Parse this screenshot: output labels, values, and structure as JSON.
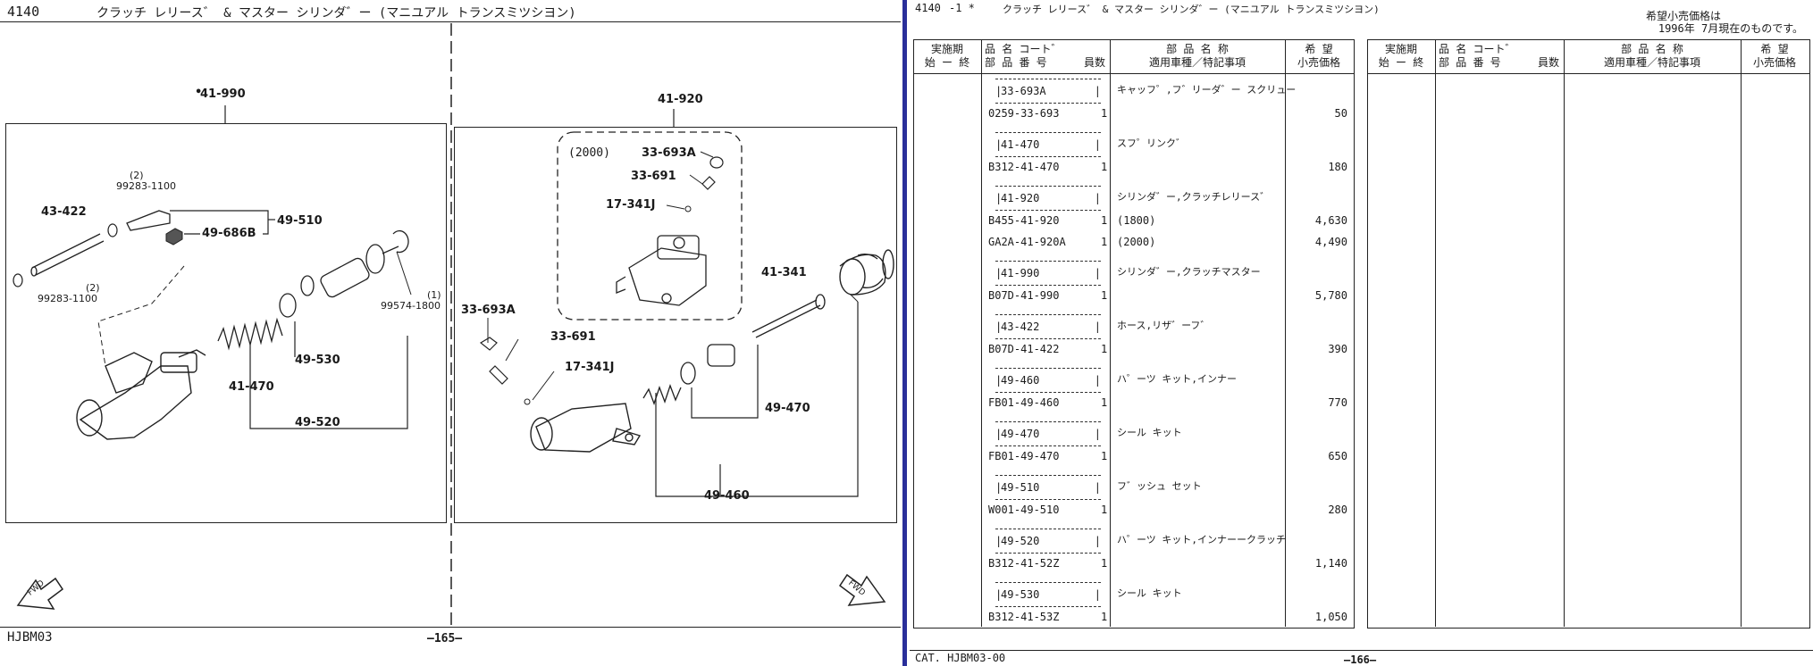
{
  "left_page": {
    "header": {
      "code": "4140",
      "title": "クラッチ レリース゛ & マスター シリンダ゛ー (マニユアル トランスミツシヨン)"
    },
    "footer": {
      "catalog": "HJBM03",
      "page": "—165—"
    },
    "fwd_label": "FWD",
    "labels": {
      "a41990": "41-990",
      "p99283top_qty": "(2)",
      "p99283top": "99283-1100",
      "a43422": "43-422",
      "a49510": "49-510",
      "p49686b": "49-686B",
      "p99283bot_qty": "(2)",
      "p99283bot": "99283-1100",
      "p99574_qty": "(1)",
      "p99574": "99574-1800",
      "a41470": "41-470",
      "a49530": "49-530",
      "a49520": "49-520",
      "a41920": "41-920",
      "inset_year": "(2000)",
      "inset_33693a": "33-693A",
      "inset_33691": "33-691",
      "inset_17341j": "17-341J",
      "a33693a": "33-693A",
      "p33691": "33-691",
      "p17341j": "17-341J",
      "p41341": "41-341",
      "a49470": "49-470",
      "a49460": "49-460"
    }
  },
  "right_page": {
    "header": {
      "code": "4140",
      "suffix": "-1 *",
      "title": "クラッチ レリース゛ & マスター シリンダ゛ー (マニユアル トランスミツシヨン)"
    },
    "price_note": {
      "line1": "希望小売価格は",
      "line2": "1996年 7月現在のものです。"
    },
    "columns": {
      "period_1": "実施期",
      "period_2": "始 ー 終",
      "code_1": "品 名 コート゛",
      "code_2": "部 品 番 号",
      "qty": "員数",
      "name_1": "部 品 名 称",
      "name_2": "適用車種／特記事項",
      "price_1": "希 望",
      "price_2": "小売価格"
    },
    "rows": [
      {
        "group": "33-693A",
        "part_no": "0259-33-693",
        "qty": "1",
        "desc": "キャッフ゜,フ゛リーダ゛ー スクリュー",
        "price": "50"
      },
      {
        "group": "41-470",
        "part_no": "B312-41-470",
        "qty": "1",
        "desc": "スフ゜リンク゛",
        "price": "180"
      },
      {
        "group": "41-920",
        "part_no": "B455-41-920",
        "qty": "1",
        "desc": "シリンダ゛ー,クラッチレリース゛",
        "note": "(1800)",
        "price": "4,630",
        "sub_part_no": "GA2A-41-920A",
        "sub_qty": "1",
        "sub_note": "(2000)",
        "sub_price": "4,490"
      },
      {
        "group": "41-990",
        "part_no": "B07D-41-990",
        "qty": "1",
        "desc": "シリンダ゛ー,クラッチマスター",
        "price": "5,780"
      },
      {
        "group": "43-422",
        "part_no": "B07D-41-422",
        "qty": "1",
        "desc": "ホース,リザ゛ーフ゛",
        "price": "390"
      },
      {
        "group": "49-460",
        "part_no": "FB01-49-460",
        "qty": "1",
        "desc": "ハ゜ーツ キット,インナー",
        "price": "770"
      },
      {
        "group": "49-470",
        "part_no": "FB01-49-470",
        "qty": "1",
        "desc": "シール キット",
        "price": "650"
      },
      {
        "group": "49-510",
        "part_no": "W001-49-510",
        "qty": "1",
        "desc": "フ゛ッシュ セット",
        "price": "280"
      },
      {
        "group": "49-520",
        "part_no": "B312-41-52Z",
        "qty": "1",
        "desc": "ハ゜ーツ キット,インナーークラッチ",
        "price": "1,140"
      },
      {
        "group": "49-530",
        "part_no": "B312-41-53Z",
        "qty": "1",
        "desc": "シール キット",
        "price": "1,050"
      }
    ],
    "footer": {
      "catalog": "CAT. HJBM03-00",
      "page": "—166—"
    }
  }
}
